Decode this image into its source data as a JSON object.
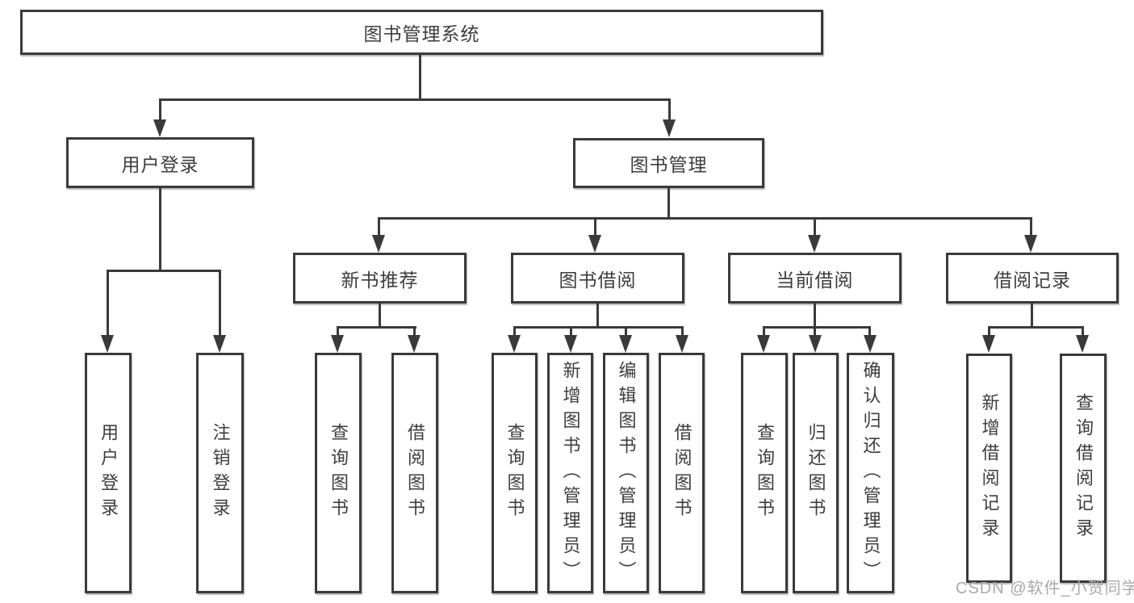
{
  "diagram": {
    "title": "图书管理系统",
    "level2": {
      "user_login": "用户登录",
      "book_mgmt": "图书管理"
    },
    "level3": {
      "new_books": "新书推荐",
      "borrowing": "图书借阅",
      "current": "当前借阅",
      "records": "借阅记录"
    },
    "leaves": {
      "user_login": "用户登录",
      "logout": "注销登录",
      "nb_query": "查询图书",
      "nb_borrow": "借阅图书",
      "bw_query": "查询图书",
      "bw_add": "新增图书（管理员）",
      "bw_edit": "编辑图书（管理员）",
      "bw_borrow": "借阅图书",
      "cur_query": "查询图书",
      "cur_return": "归还图书",
      "cur_confirm": "确认归还（管理员）",
      "rec_add": "新增借阅记录",
      "rec_query": "查询借阅记录"
    }
  },
  "watermark": {
    "text": "CSDN @软件_小贺同学"
  },
  "colors": {
    "line": "#3a3a3a",
    "text": "#3d3d3d",
    "watermark": "#a9a9a9",
    "background": "#ffffff"
  }
}
